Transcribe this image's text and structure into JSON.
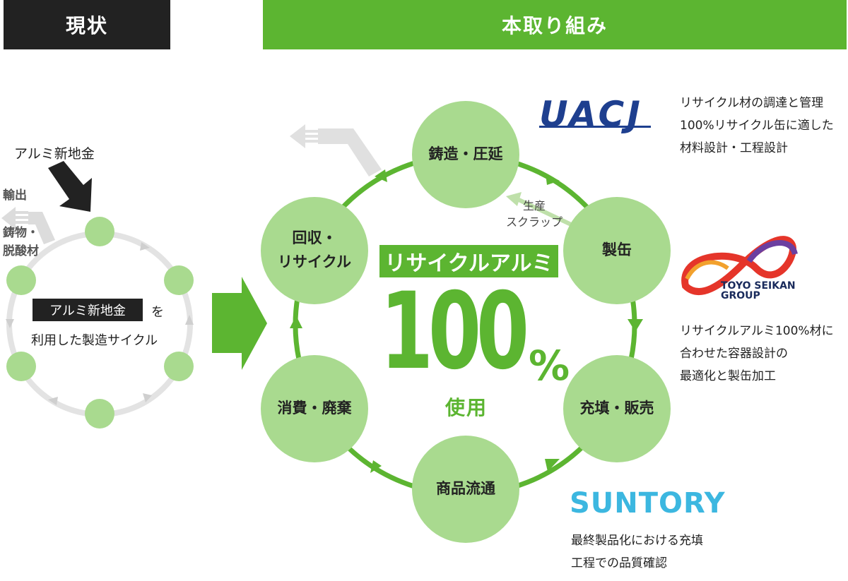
{
  "header": {
    "current": "現状",
    "new": "本取り組み"
  },
  "current": {
    "new_metal": "アルミ新地金",
    "export": "輸出",
    "casting": "鋳物・",
    "deox": "脱酸材",
    "box_label": "アルミ新地金",
    "box_suffix": "を",
    "cycle_text": "利用した製造サイクル"
  },
  "cycle": {
    "casting_line1": "鋳造・圧延",
    "can": "製缶",
    "fill_line1": "充填・販売",
    "distribution": "商品流通",
    "consume": "消費・廃棄",
    "recycle_line1": "回収・",
    "recycle_line2": "リサイクル",
    "scrap_line1": "生産",
    "scrap_line2": "スクラップ"
  },
  "center": {
    "banner": "リサイクルアルミ",
    "number": "100",
    "percent": "%",
    "use": "使用"
  },
  "partners": {
    "uacj_logo": "UACJ",
    "uacj_desc": [
      "リサイクル材の調達と管理",
      "100%リサイクル缶に適した",
      "材料設計・工程設計"
    ],
    "toyo_logo_line1": "TOYO SEIKAN",
    "toyo_logo_line2": "GROUP",
    "toyo_desc": [
      "リサイクルアルミ100%材に",
      "合わせた容器設計の",
      "最適化と製缶加工"
    ],
    "suntory_logo": "SUNTORY",
    "suntory_desc": [
      "最終製品化における充填",
      "工程での品質確認"
    ]
  },
  "colors": {
    "green": "#5cb531",
    "light_green": "#a9da8f",
    "dark": "#222222",
    "gray": "#dddddd"
  }
}
